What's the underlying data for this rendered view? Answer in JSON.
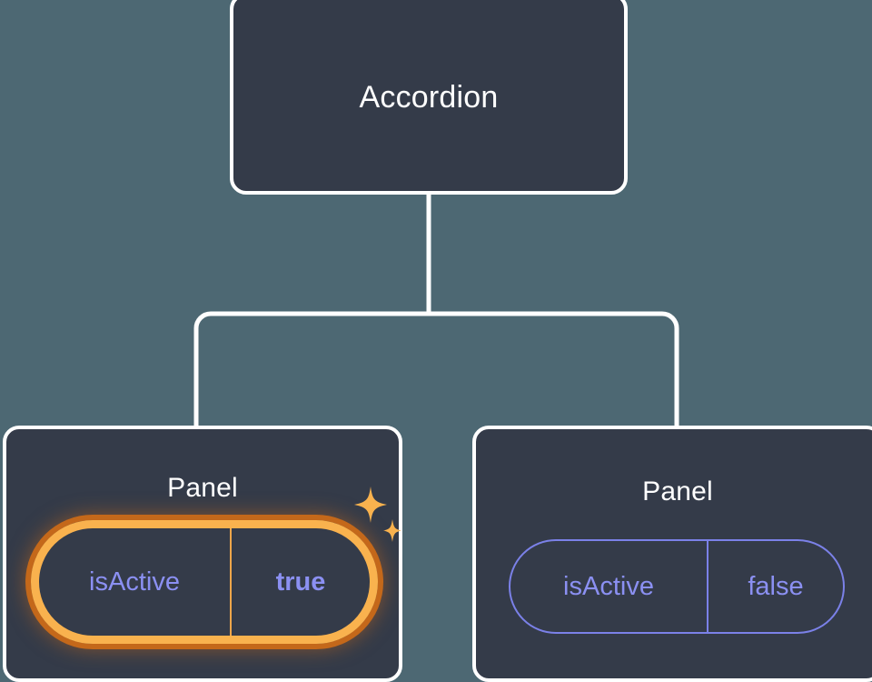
{
  "canvas": {
    "background_color": "#4d6873",
    "node_fill_color": "#343b49",
    "node_border_color": "#ffffff",
    "edge_color": "#ffffff",
    "accent_highlight_color": "#f9b24e",
    "accent_glow_color": "#c4681a",
    "prop_text_color": "#8b90f2",
    "prop_border_color": "#7b81e8"
  },
  "tree": {
    "root": {
      "title": "Accordion"
    },
    "children": [
      {
        "title": "Panel",
        "highlighted": true,
        "prop": {
          "key": "isActive",
          "value": "true"
        },
        "sparkle_icon": "sparkles-icon"
      },
      {
        "title": "Panel",
        "highlighted": false,
        "prop": {
          "key": "isActive",
          "value": "false"
        }
      }
    ]
  }
}
